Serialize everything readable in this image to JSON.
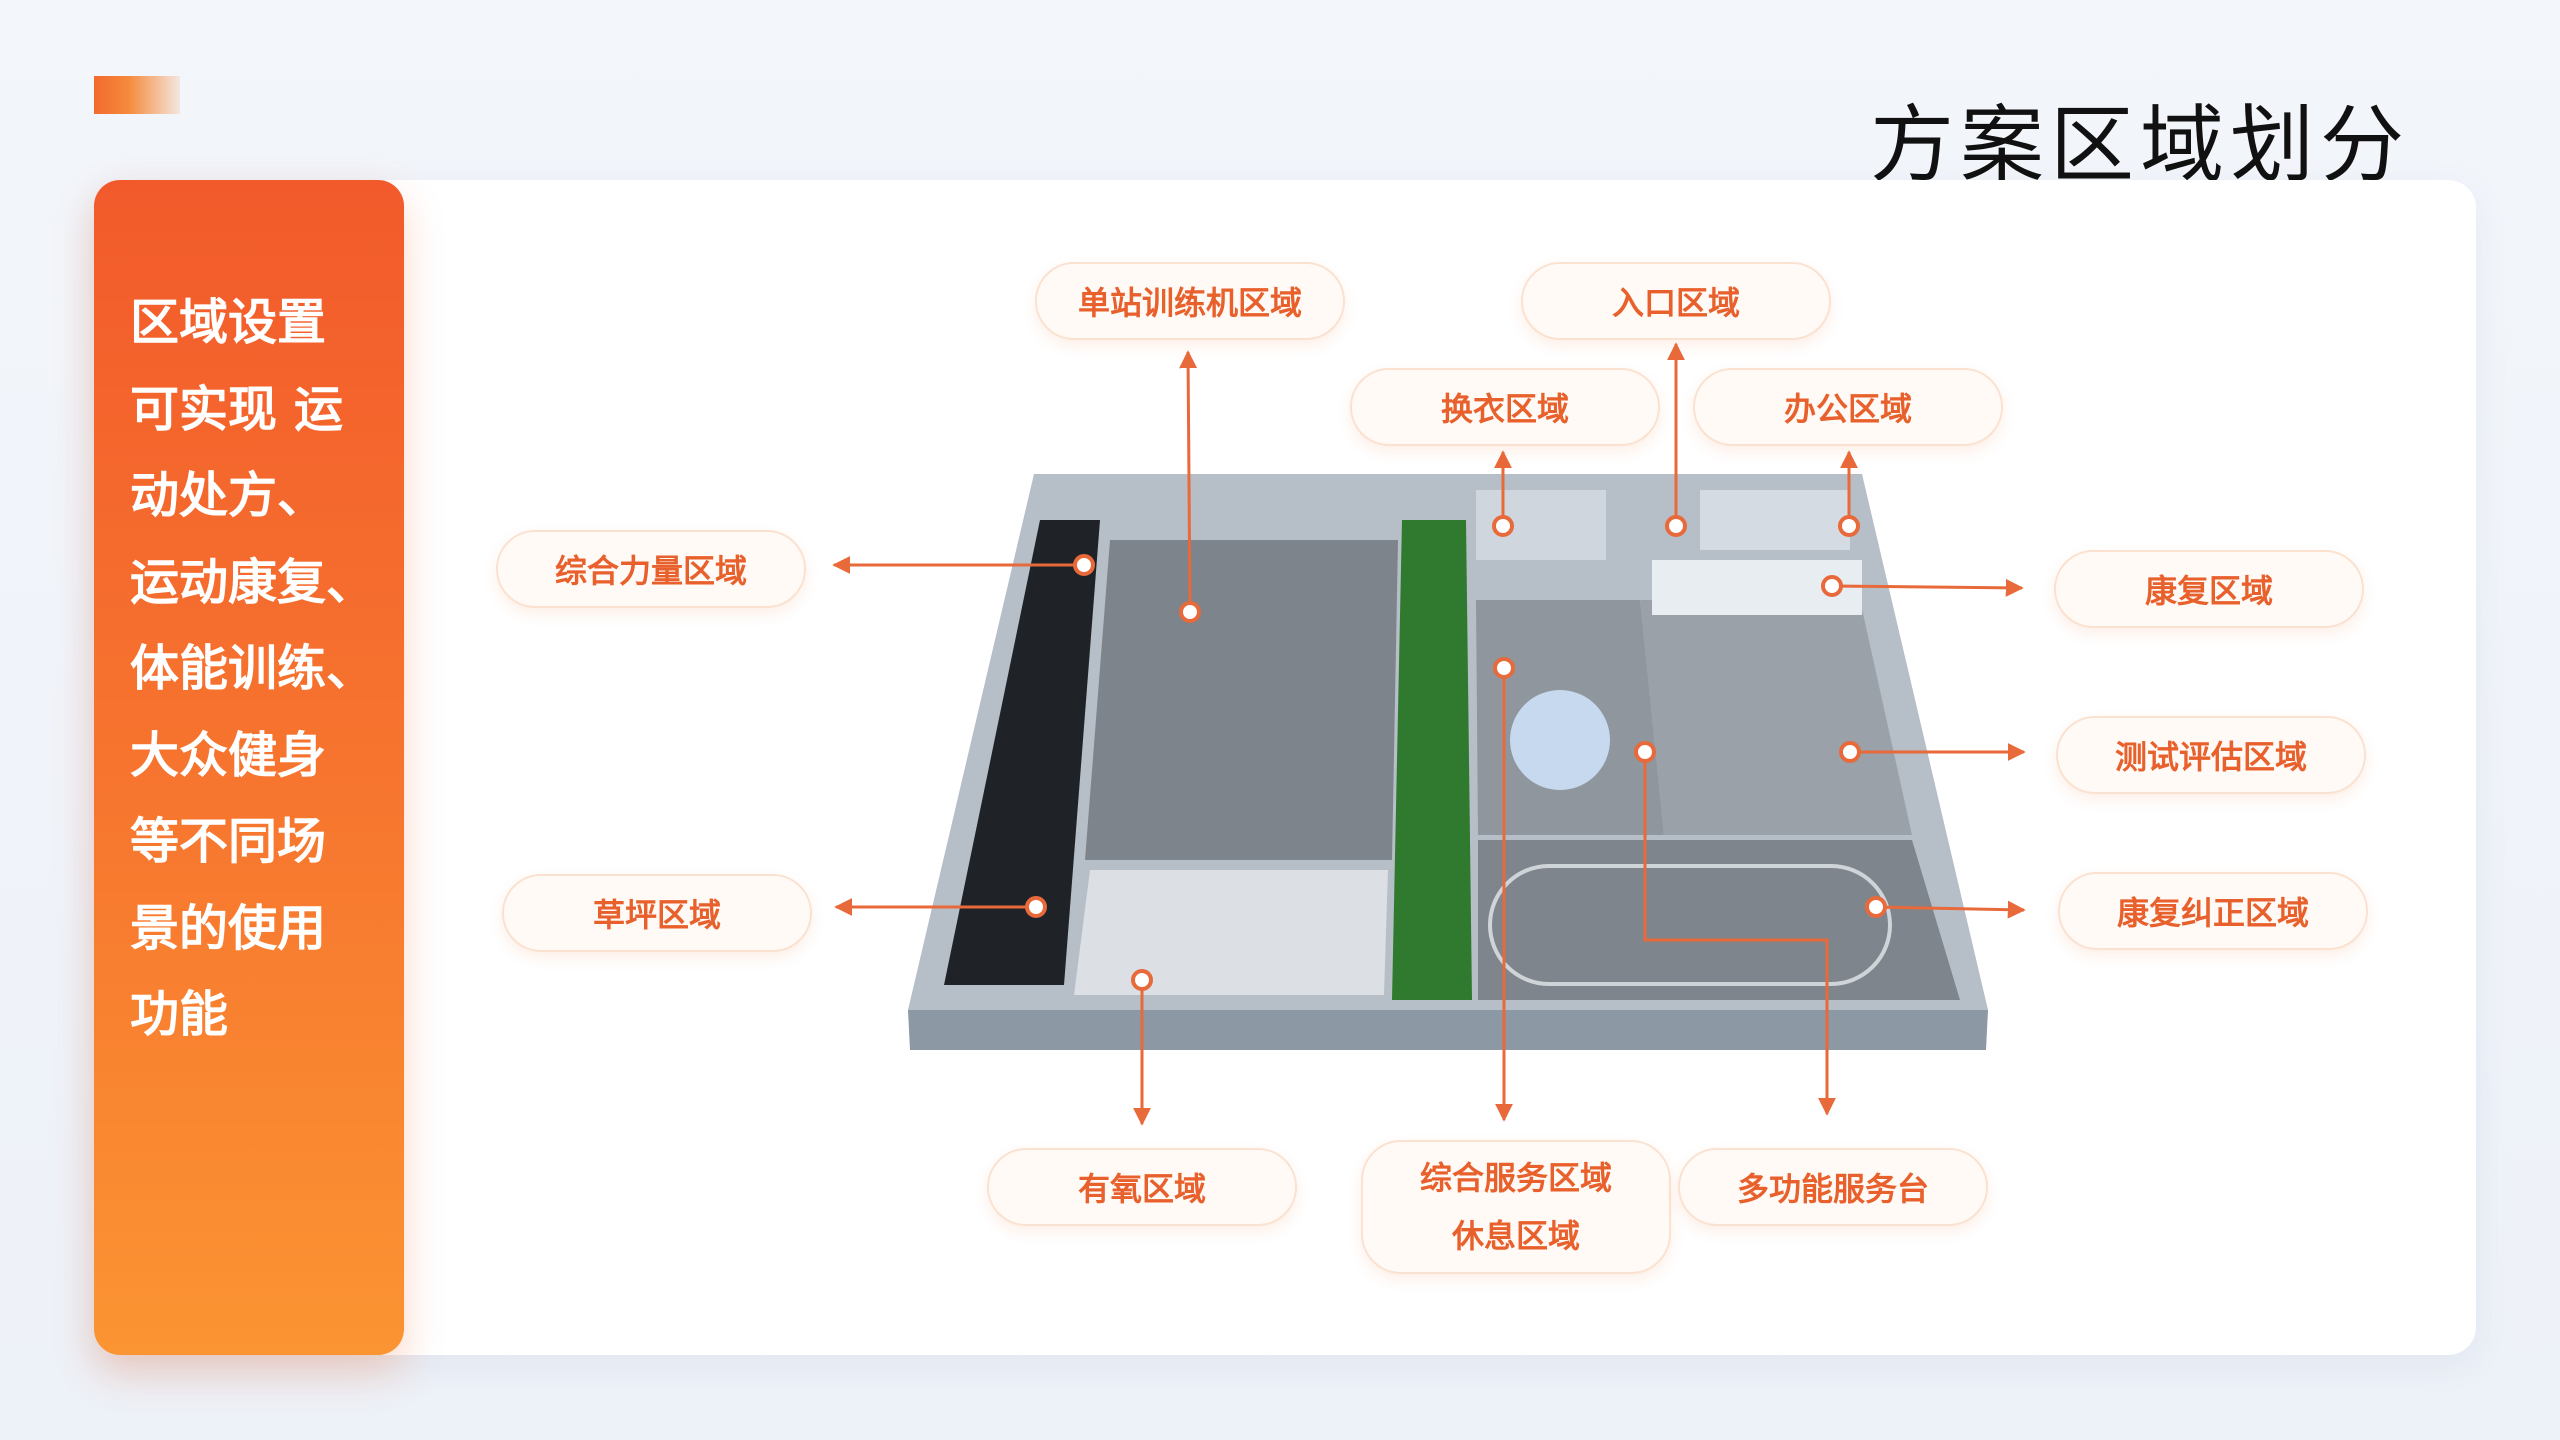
{
  "header": {
    "title": "方案区域划分"
  },
  "side_panel": {
    "lines": [
      "区域设置",
      "可实现 运",
      "动处方、",
      "运动康复、",
      "体能训练、",
      "大众健身",
      "等不同场",
      "景的使用",
      "功能"
    ]
  },
  "zones": {
    "single_station": "单站训练机区域",
    "entrance": "入口区域",
    "changing": "换衣区域",
    "office": "办公区域",
    "strength": "综合力量区域",
    "rehab": "康复区域",
    "testing": "测试评估区域",
    "lawn": "草坪区域",
    "correction": "康复纠正区域",
    "aerobic": "有氧区域",
    "service_line1": "综合服务区域",
    "service_line2": "休息区域",
    "front_desk": "多功能服务台"
  },
  "colors": {
    "accent": "#e8602c",
    "panel": "#f5692d"
  }
}
